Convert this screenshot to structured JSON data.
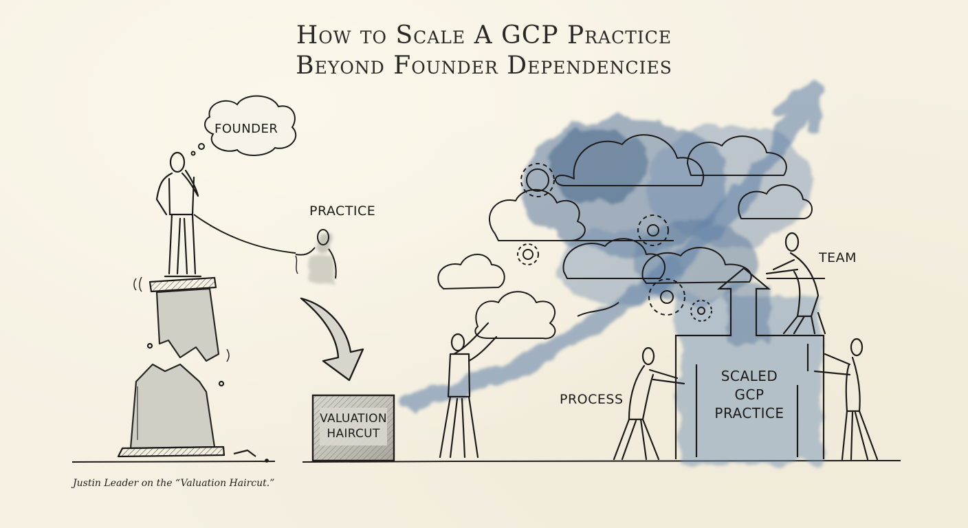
{
  "title": {
    "line1": "How to Scale A GCP Practice",
    "line2": "Beyond Founder Dependencies"
  },
  "labels": {
    "founder_bubble": "FOUNDER",
    "practice": "PRACTICE",
    "valuation_haircut": [
      "VALUATION",
      "HAIRCUT"
    ],
    "team": "TEAM",
    "process": "PROCESS",
    "scaled_practice": [
      "SCALED",
      "GCP",
      "PRACTICE"
    ]
  },
  "caption": "Justin Leader on the “Valuation Haircut.”",
  "scene": {
    "left": {
      "elements": [
        "founder-figure-on-pedestal",
        "thought-bubble",
        "crumbling-pedestal",
        "rope-to-practice-figure",
        "practice-figure",
        "curved-down-arrow",
        "valuation-haircut-box"
      ]
    },
    "right": {
      "elements": [
        "cloud-cluster",
        "gears",
        "watercolor-wash",
        "upward-growth-arrow",
        "scaled-practice-block",
        "team-figures"
      ]
    }
  },
  "colors": {
    "paper": "#f5f0e2",
    "ink": "#1c1a18",
    "watercolor_blue": "#3e6390",
    "watercolor_blue_light": "#9fb5cc",
    "gray_wash": "#bdbab2"
  }
}
